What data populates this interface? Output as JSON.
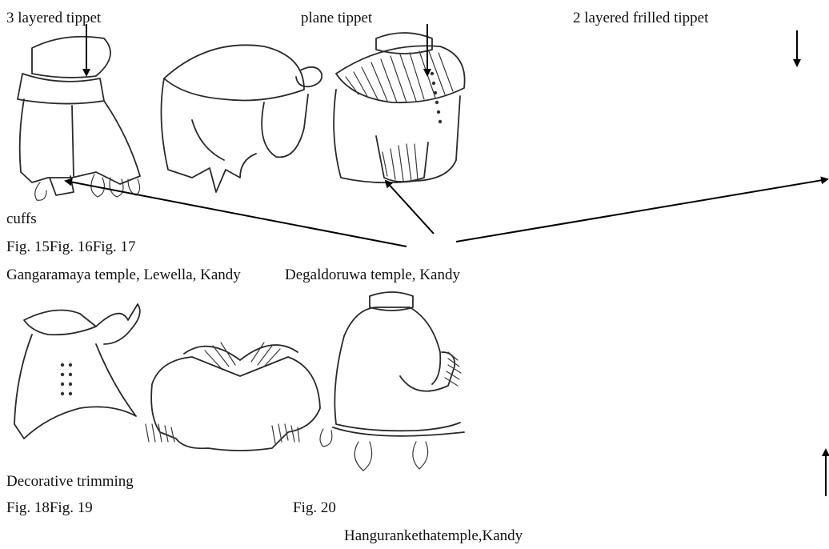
{
  "labels": {
    "three_layered": "3 layered tippet",
    "plane": "plane tippet",
    "two_layered_frilled": "2 layered frilled tippet",
    "cuffs": "cuffs",
    "fig_row1": "Fig. 15Fig. 16Fig. 17",
    "location_gangaramaya": "Gangaramaya temple, Lewella, Kandy",
    "location_degaldoruwa": "Degaldoruwa temple, Kandy",
    "decorative_trimming": "Decorative trimming",
    "fig_18_19": "Fig. 18Fig. 19",
    "fig_20": "Fig. 20",
    "location_hanguranketha": "Hangurankethatemple,Kandy"
  },
  "colors": {
    "ink": "#2a2a2a",
    "arrow": "#000000",
    "background": "#ffffff"
  }
}
